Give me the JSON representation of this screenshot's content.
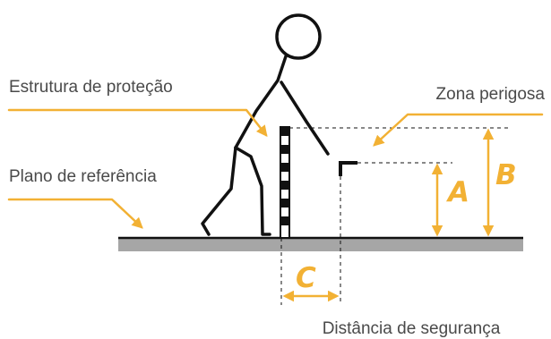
{
  "labels": {
    "protection_structure": "Estrutura de proteção",
    "reference_plane": "Plano de referência",
    "danger_zone": "Zona perigosa",
    "safety_distance": "Distância de segurança"
  },
  "dimensions": {
    "a": "A",
    "b": "B",
    "c": "C"
  },
  "colors": {
    "accent": "#f2b134",
    "ground": "#a6a6a6",
    "line": "#111111",
    "text": "#4a4a4a"
  }
}
